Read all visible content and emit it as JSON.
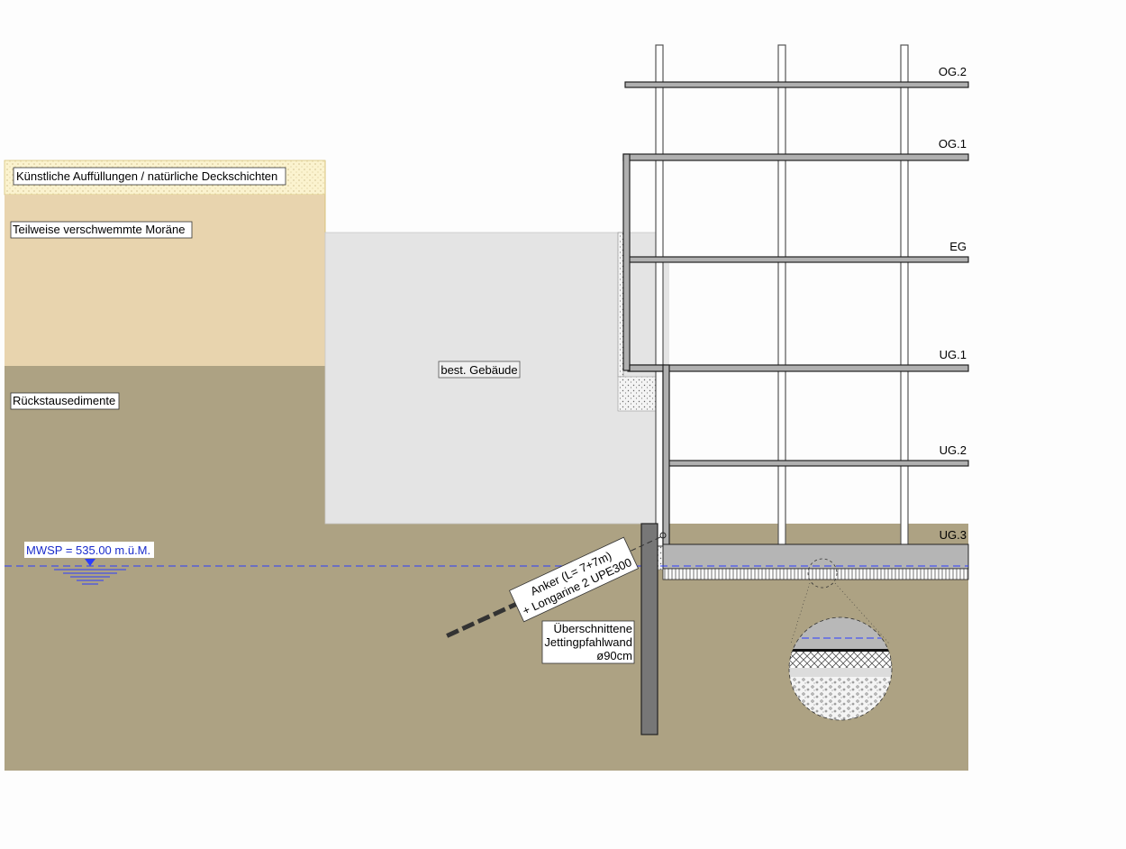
{
  "soil_layers": {
    "fill": "Künstliche Auffüllungen / natürliche Deckschichten",
    "moraine": "Teilweise verschwemmte Moräne",
    "backwater": "Rückstausedimente"
  },
  "existing_building": "best. Gebäude",
  "water_level": "MWSP = 535.00 m.ü.M.",
  "floors": [
    "OG.2",
    "OG.1",
    "EG",
    "UG.1",
    "UG.2",
    "UG.3"
  ],
  "anchor": {
    "line1": "Anker (L= 7+7m)",
    "line2": "+ Longarine 2 UPE300"
  },
  "pile_wall": {
    "line1": "Überschnittene",
    "line2": "Jettingpfahlwand",
    "line3": "ø90cm"
  },
  "colors": {
    "fill_layer": "#fbf3cf",
    "moraine": "#e8d4ae",
    "backwater": "#ada283",
    "existing_building": "#e4e4e4",
    "water_line": "#2a3cff",
    "structure": "#222222"
  }
}
